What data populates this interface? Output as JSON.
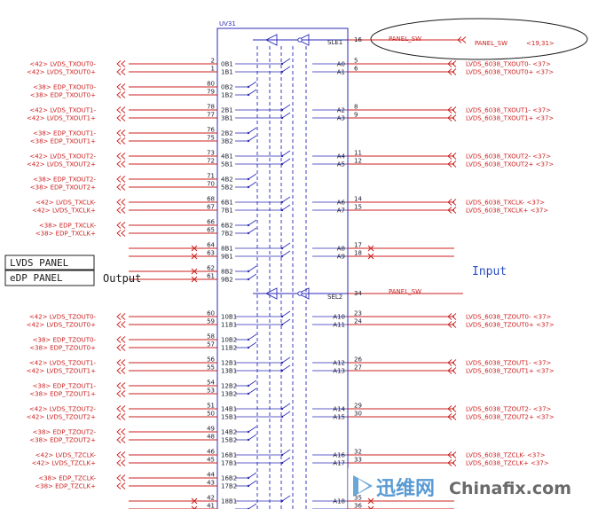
{
  "chip": {
    "ref": "UV31"
  },
  "annotations": {
    "input": "Input",
    "output": "Output"
  },
  "legend": [
    "LVDS PANEL",
    "eDP PANEL"
  ],
  "select_pins": [
    {
      "name": "SLE1",
      "num": "16",
      "net": "PANEL_SW",
      "label": "PANEL_SW",
      "ref": "<19,31>"
    },
    {
      "name": "SEL2",
      "num": "34",
      "net": "PANEL_SW"
    }
  ],
  "left_pins": [
    {
      "num": "2",
      "pin": "0B1",
      "sig": "<42> LVDS_TXOUT0-"
    },
    {
      "num": "1",
      "pin": "1B1",
      "sig": "<42> LVDS_TXOUT0+"
    },
    {
      "num": "80",
      "pin": "0B2",
      "sig": "<38> EDP_TXOUT0-"
    },
    {
      "num": "79",
      "pin": "1B2",
      "sig": "<38> EDP_TXOUT0+"
    },
    {
      "num": "78",
      "pin": "2B1",
      "sig": "<42> LVDS_TXOUT1-"
    },
    {
      "num": "77",
      "pin": "3B1",
      "sig": "<42> LVDS_TXOUT1+"
    },
    {
      "num": "76",
      "pin": "2B2",
      "sig": "<38> EDP_TXOUT1-"
    },
    {
      "num": "75",
      "pin": "3B2",
      "sig": "<38> EDP_TXOUT1+"
    },
    {
      "num": "73",
      "pin": "4B1",
      "sig": "<42> LVDS_TXOUT2-"
    },
    {
      "num": "72",
      "pin": "5B1",
      "sig": "<42> LVDS_TXOUT2+"
    },
    {
      "num": "71",
      "pin": "4B2",
      "sig": "<38> EDP_TXOUT2-"
    },
    {
      "num": "70",
      "pin": "5B2",
      "sig": "<38> EDP_TXOUT2+"
    },
    {
      "num": "68",
      "pin": "6B1",
      "sig": "<42> LVDS_TXCLK-"
    },
    {
      "num": "67",
      "pin": "7B1",
      "sig": "<42> LVDS_TXCLK+"
    },
    {
      "num": "66",
      "pin": "6B2",
      "sig": "<38> EDP_TXCLK-"
    },
    {
      "num": "65",
      "pin": "7B2",
      "sig": "<38> EDP_TXCLK+"
    },
    {
      "num": "64",
      "pin": "8B1",
      "sig": ""
    },
    {
      "num": "63",
      "pin": "9B1",
      "sig": ""
    },
    {
      "num": "62",
      "pin": "8B2",
      "sig": ""
    },
    {
      "num": "61",
      "pin": "9B2",
      "sig": ""
    },
    {
      "num": "60",
      "pin": "10B1",
      "sig": "<42> LVDS_TZOUT0-"
    },
    {
      "num": "59",
      "pin": "11B1",
      "sig": "<42> LVDS_TZOUT0+"
    },
    {
      "num": "58",
      "pin": "10B2",
      "sig": "<38> EDP_TZOUT0-"
    },
    {
      "num": "57",
      "pin": "11B2",
      "sig": "<38> EDP_TZOUT0+"
    },
    {
      "num": "56",
      "pin": "12B1",
      "sig": "<42> LVDS_TZOUT1-"
    },
    {
      "num": "55",
      "pin": "13B1",
      "sig": "<42> LVDS_TZOUT1+"
    },
    {
      "num": "54",
      "pin": "12B2",
      "sig": "<38> EDP_TZOUT1-"
    },
    {
      "num": "53",
      "pin": "13B2",
      "sig": "<38> EDP_TZOUT1+"
    },
    {
      "num": "51",
      "pin": "14B1",
      "sig": "<42> LVDS_TZOUT2-"
    },
    {
      "num": "50",
      "pin": "15B1",
      "sig": "<42> LVDS_TZOUT2+"
    },
    {
      "num": "49",
      "pin": "14B2",
      "sig": "<38> EDP_TZOUT2-"
    },
    {
      "num": "48",
      "pin": "15B2",
      "sig": "<38> EDP_TZOUT2+"
    },
    {
      "num": "46",
      "pin": "16B1",
      "sig": "<42> LVDS_TZCLK-"
    },
    {
      "num": "45",
      "pin": "17B1",
      "sig": "<42> LVDS_TZCLK+"
    },
    {
      "num": "44",
      "pin": "16B2",
      "sig": "<38> EDP_TZCLK-"
    },
    {
      "num": "43",
      "pin": "17B2",
      "sig": "<38> EDP_TZCLK+"
    },
    {
      "num": "42",
      "pin": "18B1",
      "sig": ""
    },
    {
      "num": "41",
      "pin": "",
      "sig": ""
    }
  ],
  "right_pins": [
    {
      "pin": "A0",
      "num": "5",
      "sig": "LVDS_6038_TXOUT0- <37>"
    },
    {
      "pin": "A1",
      "num": "6",
      "sig": "LVDS_6038_TXOUT0+ <37>"
    },
    {
      "pin": "A2",
      "num": "8",
      "sig": "LVDS_6038_TXOUT1- <37>"
    },
    {
      "pin": "A3",
      "num": "9",
      "sig": "LVDS_6038_TXOUT1+ <37>"
    },
    {
      "pin": "A4",
      "num": "11",
      "sig": "LVDS_6038_TXOUT2- <37>"
    },
    {
      "pin": "A5",
      "num": "12",
      "sig": "LVDS_6038_TXOUT2+ <37>"
    },
    {
      "pin": "A6",
      "num": "14",
      "sig": "LVDS_6038_TXCLK- <37>"
    },
    {
      "pin": "A7",
      "num": "15",
      "sig": "LVDS_6038_TXCLK+ <37>"
    },
    {
      "pin": "A8",
      "num": "17",
      "sig": ""
    },
    {
      "pin": "A9",
      "num": "18",
      "sig": ""
    },
    {
      "pin": "A10",
      "num": "23",
      "sig": "LVDS_6038_TZOUT0- <37>"
    },
    {
      "pin": "A11",
      "num": "24",
      "sig": "LVDS_6038_TZOUT0+ <37>"
    },
    {
      "pin": "A12",
      "num": "26",
      "sig": "LVDS_6038_TZOUT1- <37>"
    },
    {
      "pin": "A13",
      "num": "27",
      "sig": "LVDS_6038_TZOUT1+ <37>"
    },
    {
      "pin": "A14",
      "num": "29",
      "sig": "LVDS_6038_TZOUT2- <37>"
    },
    {
      "pin": "A15",
      "num": "30",
      "sig": "LVDS_6038_TZOUT2+ <37>"
    },
    {
      "pin": "A16",
      "num": "32",
      "sig": "LVDS_6038_TZCLK- <37>"
    },
    {
      "pin": "A17",
      "num": "33",
      "sig": "LVDS_6038_TZCLK+ <37>"
    },
    {
      "pin": "A18",
      "num": "35",
      "sig": ""
    },
    {
      "pin": "",
      "num": "36",
      "sig": ""
    }
  ],
  "watermark": {
    "cn": "迅维网",
    "en": "Chinafix.com"
  },
  "colors": {
    "net": "#cc1f1f",
    "symbol": "#2a2ab8",
    "input_label": "#2a4fc4"
  }
}
